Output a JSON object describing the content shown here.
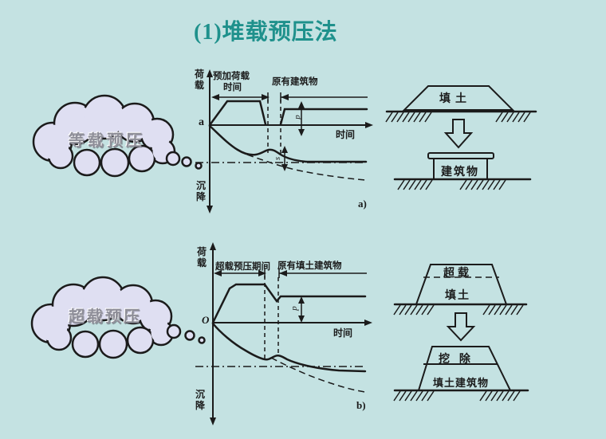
{
  "slide": {
    "title": "(1)堆载预压法"
  },
  "clouds": {
    "equal": "等载预压",
    "over": "超载预压"
  },
  "graph1": {
    "load_axis": "荷载",
    "settlement_axis": "沉降",
    "origin": "a",
    "time_axis": "时间",
    "preload_period_line1": "预加荷载",
    "preload_period_line2": "时间",
    "existing_building": "原有建筑物",
    "load_symbol": "p",
    "settlement_symbol": "s",
    "figure_tag": "a)"
  },
  "graph2": {
    "load_axis": "荷载",
    "settlement_axis": "沉降",
    "origin": "O",
    "time_axis": "时间",
    "surcharge_period": "超载预压期间",
    "existing_fill_building": "原有填土建筑物",
    "load_symbol": "p",
    "figure_tag": "b)"
  },
  "diagram1": {
    "fill": "填土",
    "building": "建筑物"
  },
  "diagram2": {
    "surcharge": "超载",
    "fill": "填土",
    "excavate": "挖  除",
    "fill_building": "填土建筑物"
  },
  "colors": {
    "bg": "#c4e2e2",
    "ink": "#1b1b1b",
    "cloud_fill": "#dfdff2",
    "cloud_text": "#8f8f99",
    "title": "#1f918c"
  }
}
